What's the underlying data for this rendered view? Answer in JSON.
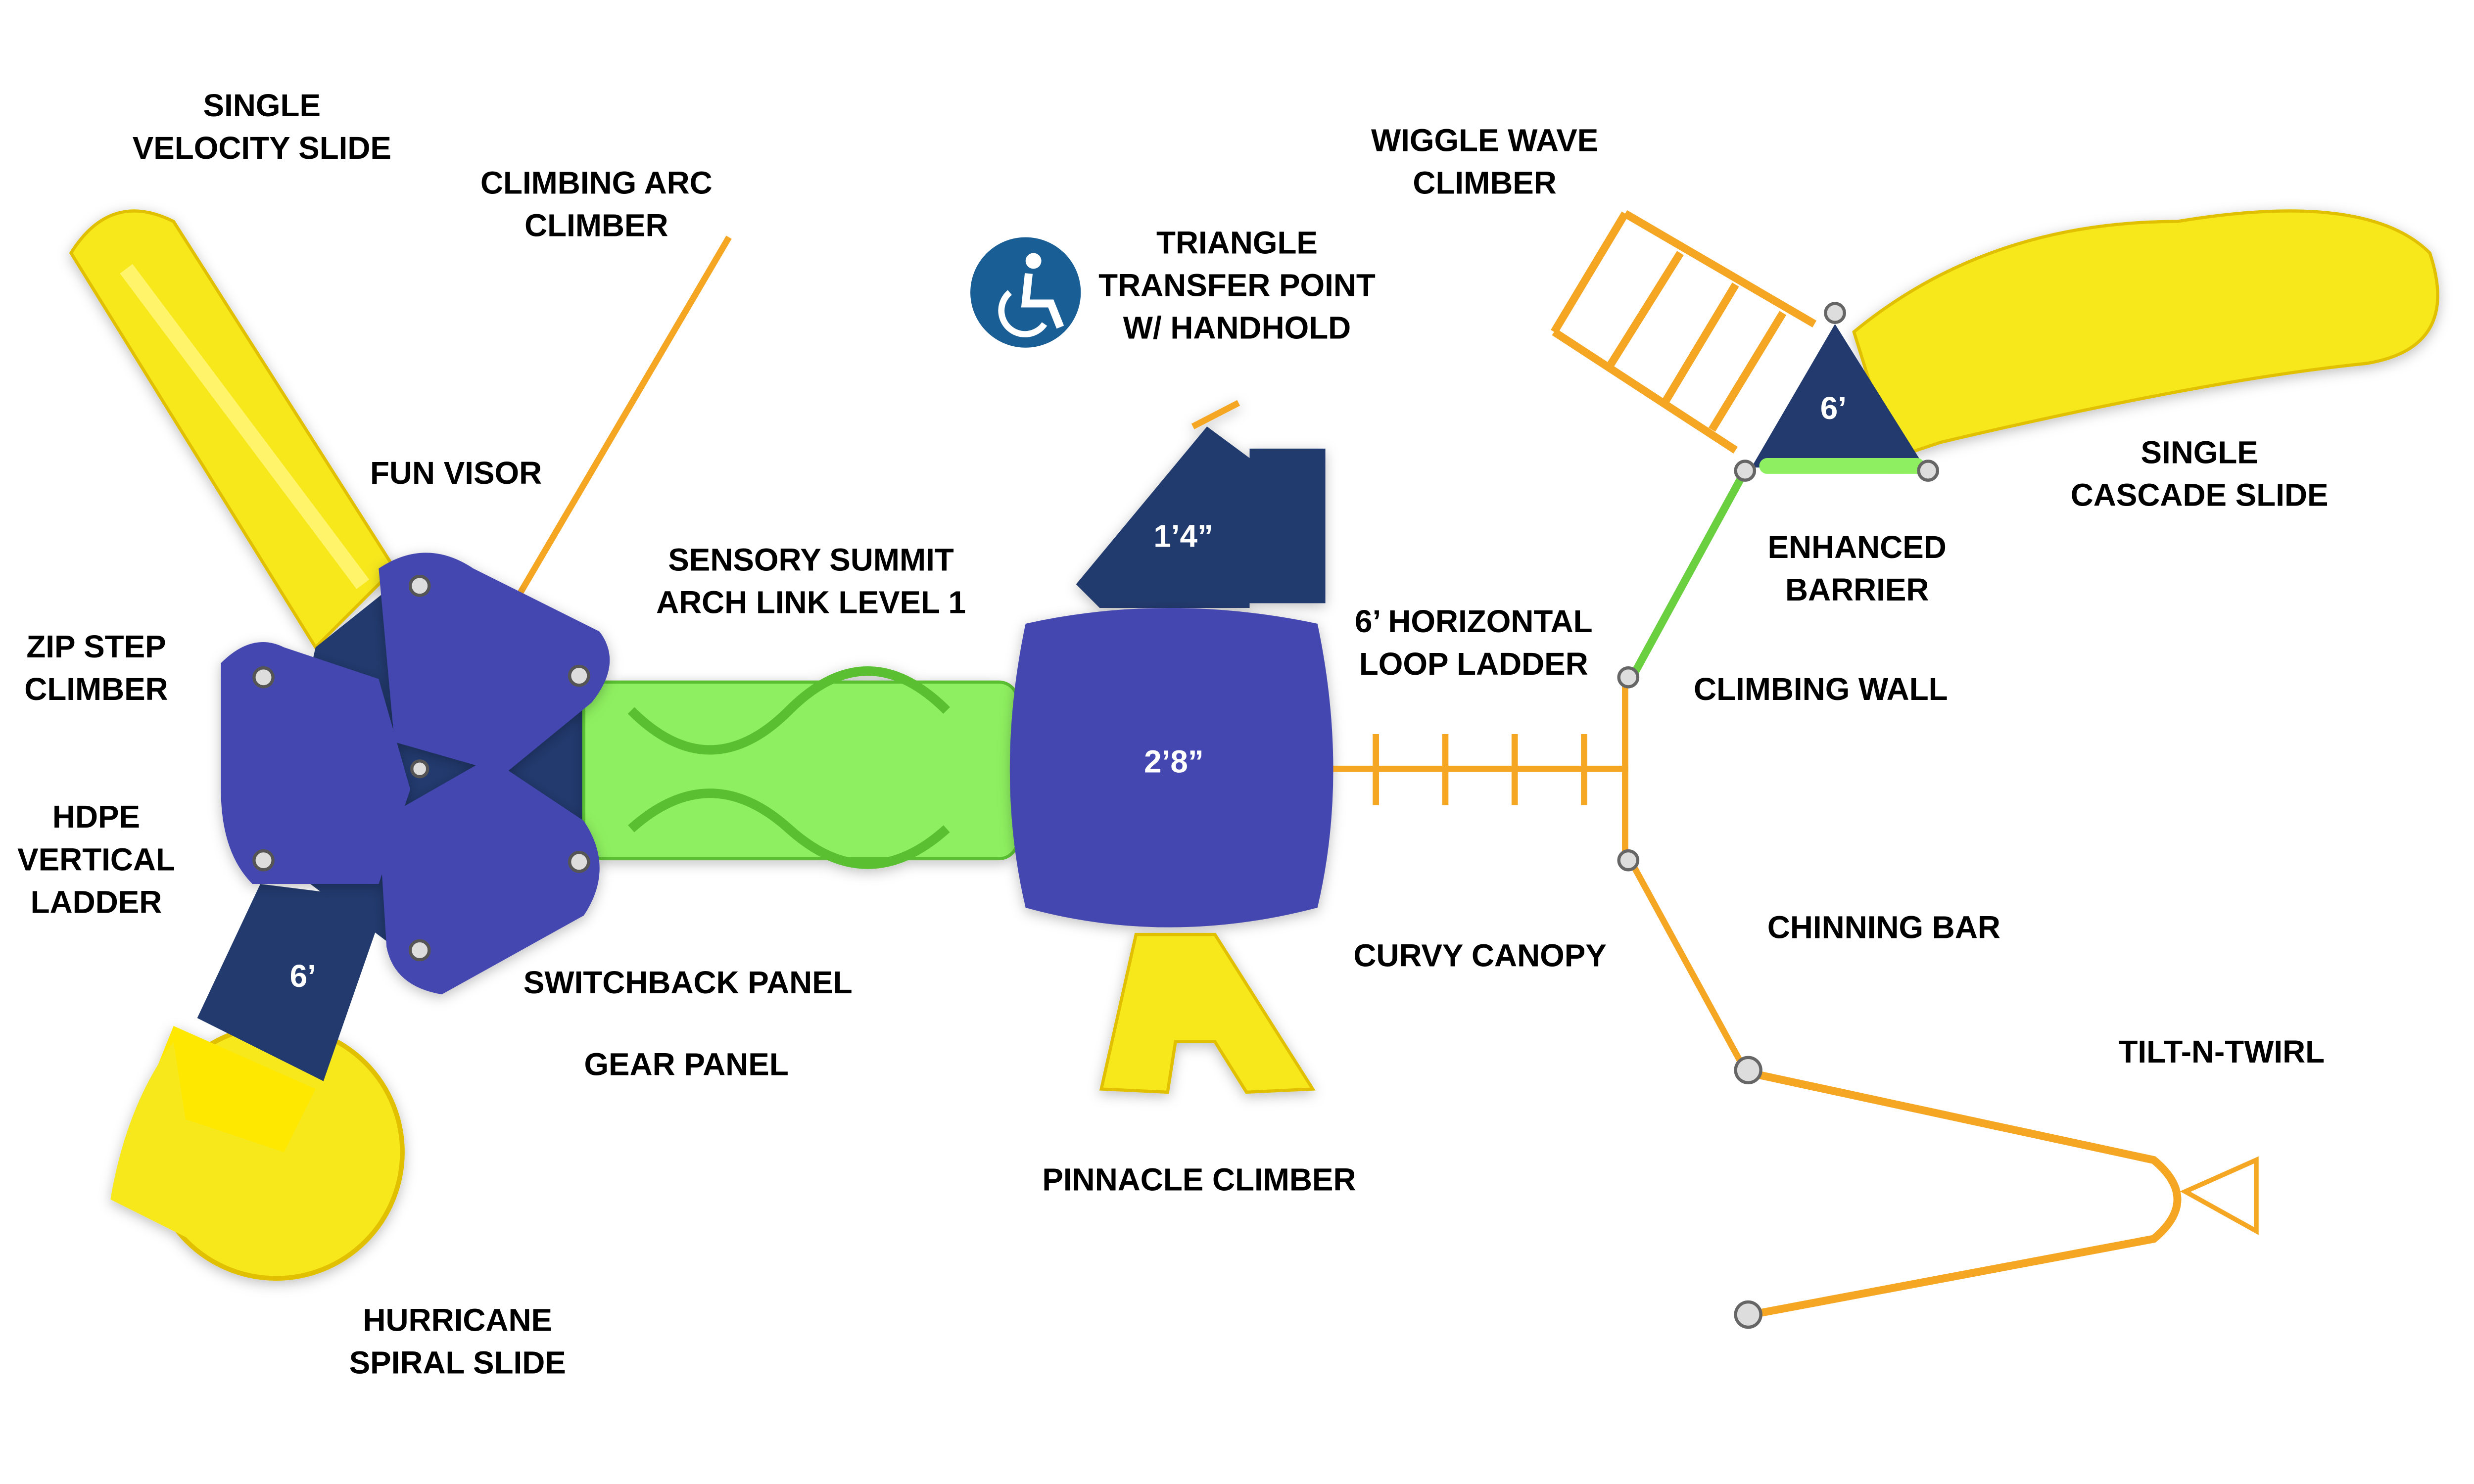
{
  "colors": {
    "yellow": "#f7e81c",
    "blue": "#4547b0",
    "navy": "#223a6e",
    "green": "#8ef060",
    "orange": "#f5a623",
    "accessibility": "#1a5e96"
  },
  "labels": {
    "single_velocity_slide": [
      "SINGLE",
      "VELOCITY SLIDE"
    ],
    "climbing_arc_climber": [
      "CLIMBING ARC",
      "CLIMBER"
    ],
    "triangle_transfer_point": [
      "TRIANGLE",
      "TRANSFER POINT",
      "W/ HANDHOLD"
    ],
    "wiggle_wave_climber": [
      "WIGGLE WAVE",
      "CLIMBER"
    ],
    "single_cascade_slide": [
      "SINGLE",
      "CASCADE SLIDE"
    ],
    "fun_visor": "FUN VISOR",
    "sensory_summit": [
      "SENSORY SUMMIT",
      "ARCH LINK LEVEL 1"
    ],
    "enhanced_barrier": [
      "ENHANCED",
      "BARRIER"
    ],
    "horizontal_loop_ladder": [
      "6’ HORIZONTAL",
      "LOOP LADDER"
    ],
    "climbing_wall": "CLIMBING WALL",
    "zip_step_climber": [
      "ZIP STEP",
      "CLIMBER"
    ],
    "hdpe_vertical_ladder": [
      "HDPE",
      "VERTICAL",
      "LADDER"
    ],
    "chinning_bar": "CHINNING BAR",
    "curvy_canopy": "CURVY CANOPY",
    "switchback_panel": "SWITCHBACK PANEL",
    "tilt_n_twirl": "TILT-N-TWIRL",
    "gear_panel": "GEAR PANEL",
    "pinnacle_climber": "PINNACLE CLIMBER",
    "hurricane_spiral_slide": [
      "HURRICANE",
      "SPIRAL SLIDE"
    ]
  },
  "dimensions": {
    "left_deck": "6’",
    "transfer_step": "1’4”",
    "center_deck": "2’8”",
    "right_deck": "6’"
  },
  "icons": {
    "accessibility": "wheelchair-accessibility-icon"
  }
}
